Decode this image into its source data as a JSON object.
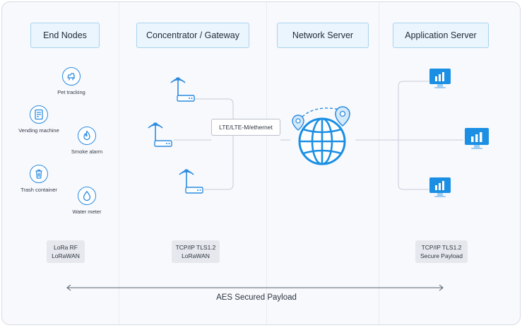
{
  "columns": [
    {
      "title": "End Nodes"
    },
    {
      "title": "Concentrator / Gateway"
    },
    {
      "title": "Network Server"
    },
    {
      "title": "Application Server"
    }
  ],
  "end_nodes": [
    {
      "label": "Pet tracking",
      "icon": "pet-icon"
    },
    {
      "label": "Vending machine",
      "icon": "vending-machine-icon"
    },
    {
      "label": "Smoke alarm",
      "icon": "fire-icon"
    },
    {
      "label": "Trash container",
      "icon": "trash-icon"
    },
    {
      "label": "Water meter",
      "icon": "water-drop-icon"
    }
  ],
  "backhaul_label": "LTE/LTE-M/ethernet",
  "protocols": {
    "end_nodes": [
      "LoRa RF",
      "LoRaWAN"
    ],
    "gateway": [
      "TCP/IP TLS1.2",
      "LoRaWAN"
    ],
    "application": [
      "TCP/IP TLS1.2",
      "Secure Payload"
    ]
  },
  "payload_label": "AES Secured Payload",
  "colors": {
    "accent": "#1a8fe3",
    "header_fill": "#eaf5fd",
    "header_border": "#a8d3ef",
    "protocol_fill": "#e6e8ed",
    "background": "#f8f9fd"
  }
}
